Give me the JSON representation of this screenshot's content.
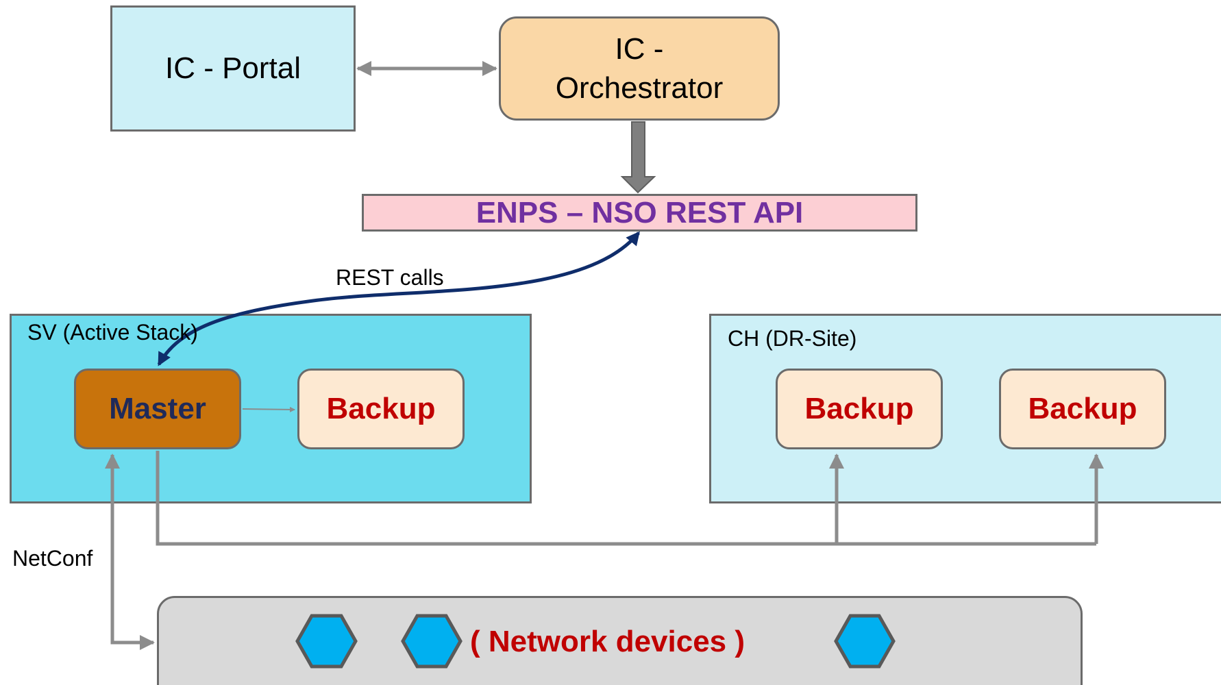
{
  "diagram": {
    "portal": {
      "label": "IC - Portal"
    },
    "orchestrator": {
      "line1": "IC -",
      "line2": "Orchestrator"
    },
    "api": {
      "label": "ENPS – NSO REST API"
    },
    "rest_calls_label": "REST calls",
    "sv_stack": {
      "title": "SV (Active Stack)",
      "master_label": "Master",
      "backup_label": "Backup"
    },
    "ch_stack": {
      "title": "CH (DR-Site)",
      "backup_labels": [
        "Backup",
        "Backup"
      ]
    },
    "netconf_label": "NetConf",
    "devices": {
      "label": "( Network devices )"
    }
  },
  "colors": {
    "api_text": "#7030a0",
    "master_text": "#1f2a5a",
    "backup_text": "#c00000",
    "devices_text": "#c00000",
    "rest_curve": "#0f2d6b",
    "connector": "#8c8c8c",
    "hexagon": "#00b0f0"
  }
}
